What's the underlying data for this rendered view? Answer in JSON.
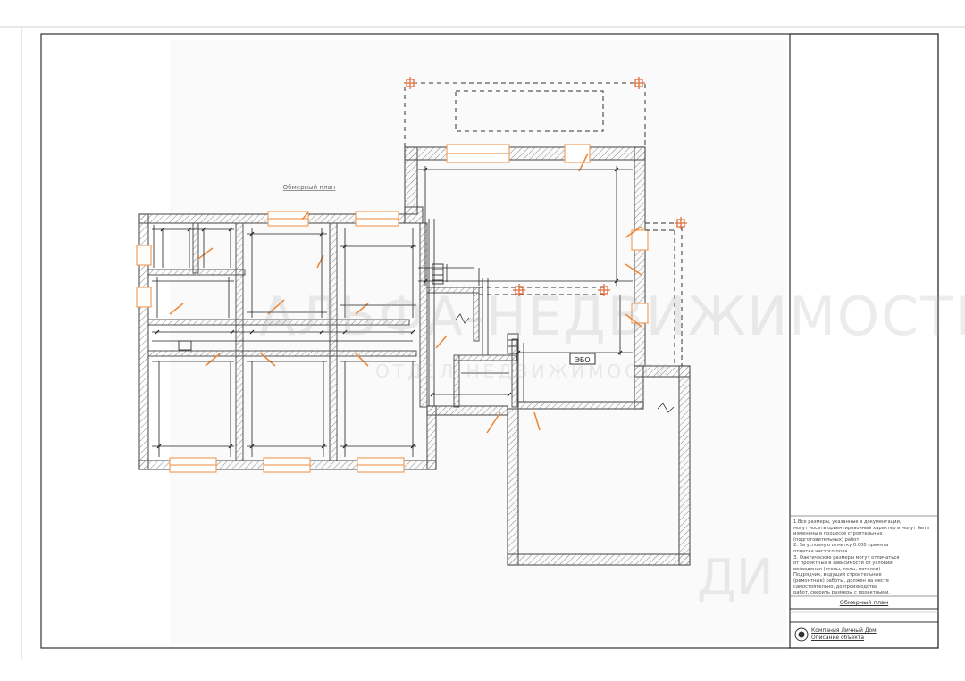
{
  "drawing": {
    "plan_label": "Обмерный план",
    "notes": "1.Все размеры, указанные в документации,\nмогут носить ориентировочный характер и могут быть\nизменены в процессе строительных\n(подготовительных) работ.\n2. За условную отметку 0.000 принята\nотметка чистого пола.\n3. Фактические размеры могут отличаться\nот проектных в зависимости от условий\nвозведения (стены, полы, потолки)\nПодрядчик, ведущий строительные\n(ремонтные) работы, должен на месте\nсамостоятельно, до производства\nработ, сверить размеры с проектными.",
    "sheet_title": "Обмерный план",
    "company_line1": "Компания Личный Дом",
    "company_line2": "Описание объекта",
    "fixture_label": "ЭБО"
  },
  "watermark": {
    "main": "АЛЬФА-НЕДВИЖИМОСТЬ",
    "sub": "ОТДЕЛ НЕДВИЖИМОСТИ",
    "corner": "ДИ"
  },
  "colors": {
    "wall_outline": "#555555",
    "hatch": "#8a8a8a",
    "window": "#f0a060",
    "door": "#ee8a3c",
    "column": "#e07040",
    "dimension": "#222222",
    "frame": "#333333"
  }
}
